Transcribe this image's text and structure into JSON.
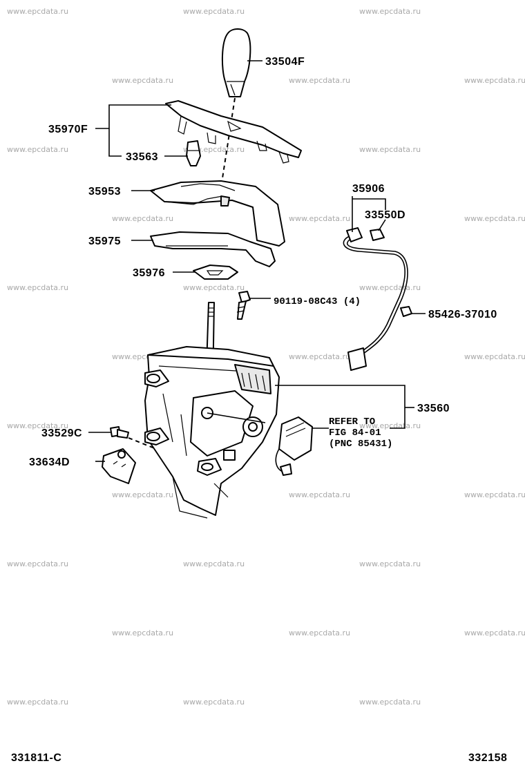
{
  "watermark": "www.epcdata.ru",
  "parts": {
    "knob": "33504F",
    "bezel": "35970F",
    "clip": "33563",
    "indicator": "35953",
    "housing_cover": "35975",
    "plate": "35976",
    "bolt": "90119-08C43",
    "bolt_qty": "(4)",
    "socket": "35906",
    "bulb": "33550D",
    "wire_clamp": "85426-37010",
    "shift_assembly": "33560",
    "screw": "33529C",
    "bracket": "33634D"
  },
  "reference": {
    "line1": "REFER TO",
    "line2": "FIG 84-01",
    "line3": "(PNC 85431)"
  },
  "footer": {
    "left_code": "331811-C",
    "right_code": "332158"
  }
}
